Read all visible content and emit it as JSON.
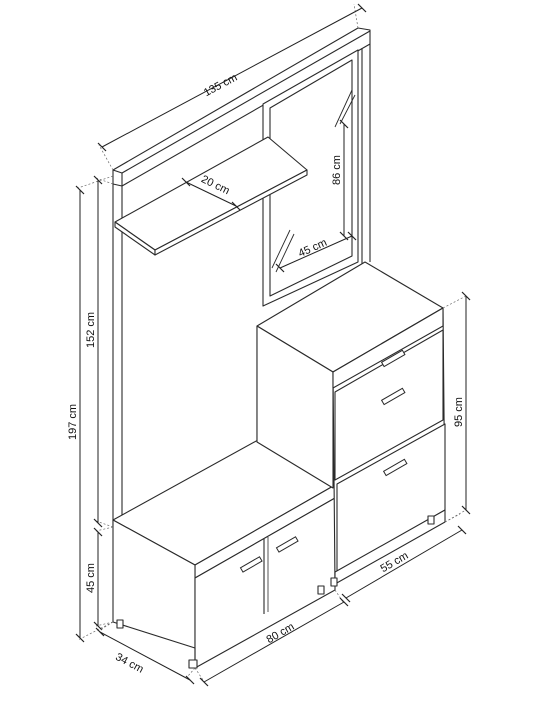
{
  "dimensions": {
    "total_width": "135 cm",
    "total_height": "197 cm",
    "panel_height": "152 cm",
    "bench_height": "45 cm",
    "depth": "34 cm",
    "bench_width": "80 cm",
    "cabinet_width": "55 cm",
    "cabinet_height": "95 cm",
    "mirror_height": "86 cm",
    "mirror_width": "45 cm",
    "shelf_depth": "20 cm"
  }
}
